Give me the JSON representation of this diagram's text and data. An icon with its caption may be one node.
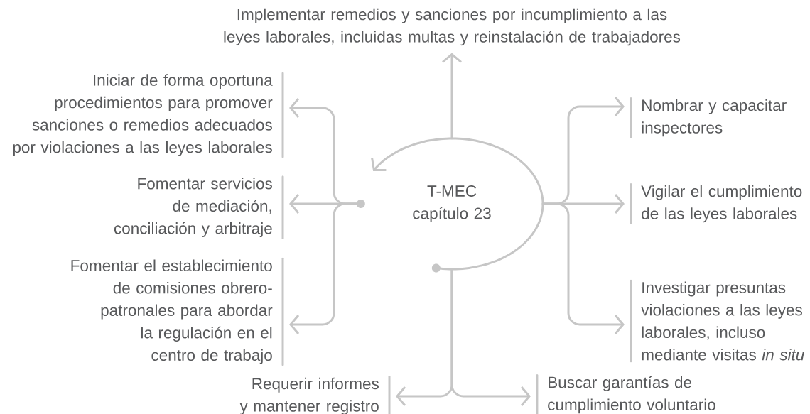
{
  "diagram": {
    "nodes": [
      {
        "text": [
          "T-MEC capítulo 23"
        ]
      },
      {
        "text": [
          "Implementar remedios y sanciones por incumplimiento a las leyes laborales, incluidas multas y reinstalación de trabajadores"
        ]
      },
      {
        "text": [
          "Iniciar de forma oportuna procedimientos para promover sanciones o remedios adecuados por violaciones a las leyes laborales"
        ]
      },
      {
        "text": [
          "Nombrar y capacitar inspectores"
        ]
      },
      {
        "text": [
          "Fomentar servicios de mediación, conciliación y arbitraje"
        ]
      },
      {
        "text": [
          "Vigilar el cumplimiento de las leyes laborales"
        ]
      },
      {
        "text": [
          "Fomentar el establecimiento de comisiones obrero-patronales para abordar la regulación en el centro de trabajo"
        ]
      },
      {
        "text": [
          "Investigar presuntas violaciones a las leyes laborales, incluso mediante visitas *in situ*"
        ]
      },
      {
        "text": [
          "Requerir informes y mantener registro"
        ]
      },
      {
        "text": [
          "Buscar garantías de cumplimiento voluntario"
        ]
      }
    ],
    "edges": [
      {
        "from": 0,
        "to": 1,
        "arrow": "to"
      },
      {
        "from": 0,
        "to": 2,
        "arrow": "to"
      },
      {
        "from": 0,
        "to": 3,
        "arrow": "to"
      },
      {
        "from": 0,
        "to": 4,
        "arrow": "to"
      },
      {
        "from": 0,
        "to": 5,
        "arrow": "to"
      },
      {
        "from": 0,
        "to": 6,
        "arrow": "to"
      },
      {
        "from": 0,
        "to": 7,
        "arrow": "to"
      },
      {
        "from": 0,
        "to": 8,
        "arrow": "to"
      },
      {
        "from": 0,
        "to": 9,
        "arrow": "to"
      }
    ]
  }
}
